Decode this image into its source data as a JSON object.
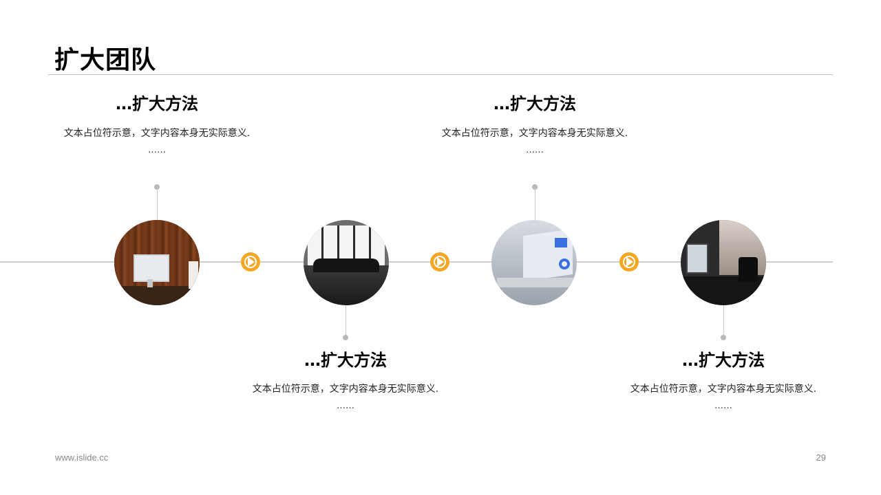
{
  "slide": {
    "title": "扩大团队",
    "footer_site": "www.islide.cc",
    "page_number": "29"
  },
  "steps": [
    {
      "heading": "…扩大方法",
      "desc": "文本占位符示意，文字内容本身无实际意义.",
      "ellipsis": "……",
      "image": "office-desk-photo"
    },
    {
      "heading": "…扩大方法",
      "desc": "文本占位符示意，文字内容本身无实际意义.",
      "ellipsis": "……",
      "image": "cafe-photo"
    },
    {
      "heading": "…扩大方法",
      "desc": "文本占位符示意，文字内容本身无实际意义.",
      "ellipsis": "……",
      "image": "laptop-dashboard-photo"
    },
    {
      "heading": "…扩大方法",
      "desc": "文本占位符示意，文字内容本身无实际意义.",
      "ellipsis": "……",
      "image": "office-monitor-photo"
    }
  ],
  "colors": {
    "accent": "#f5a623",
    "timeline": "#cfcfcf",
    "connector": "#c9c9c9"
  },
  "icons": [
    "play-arrow-icon"
  ]
}
